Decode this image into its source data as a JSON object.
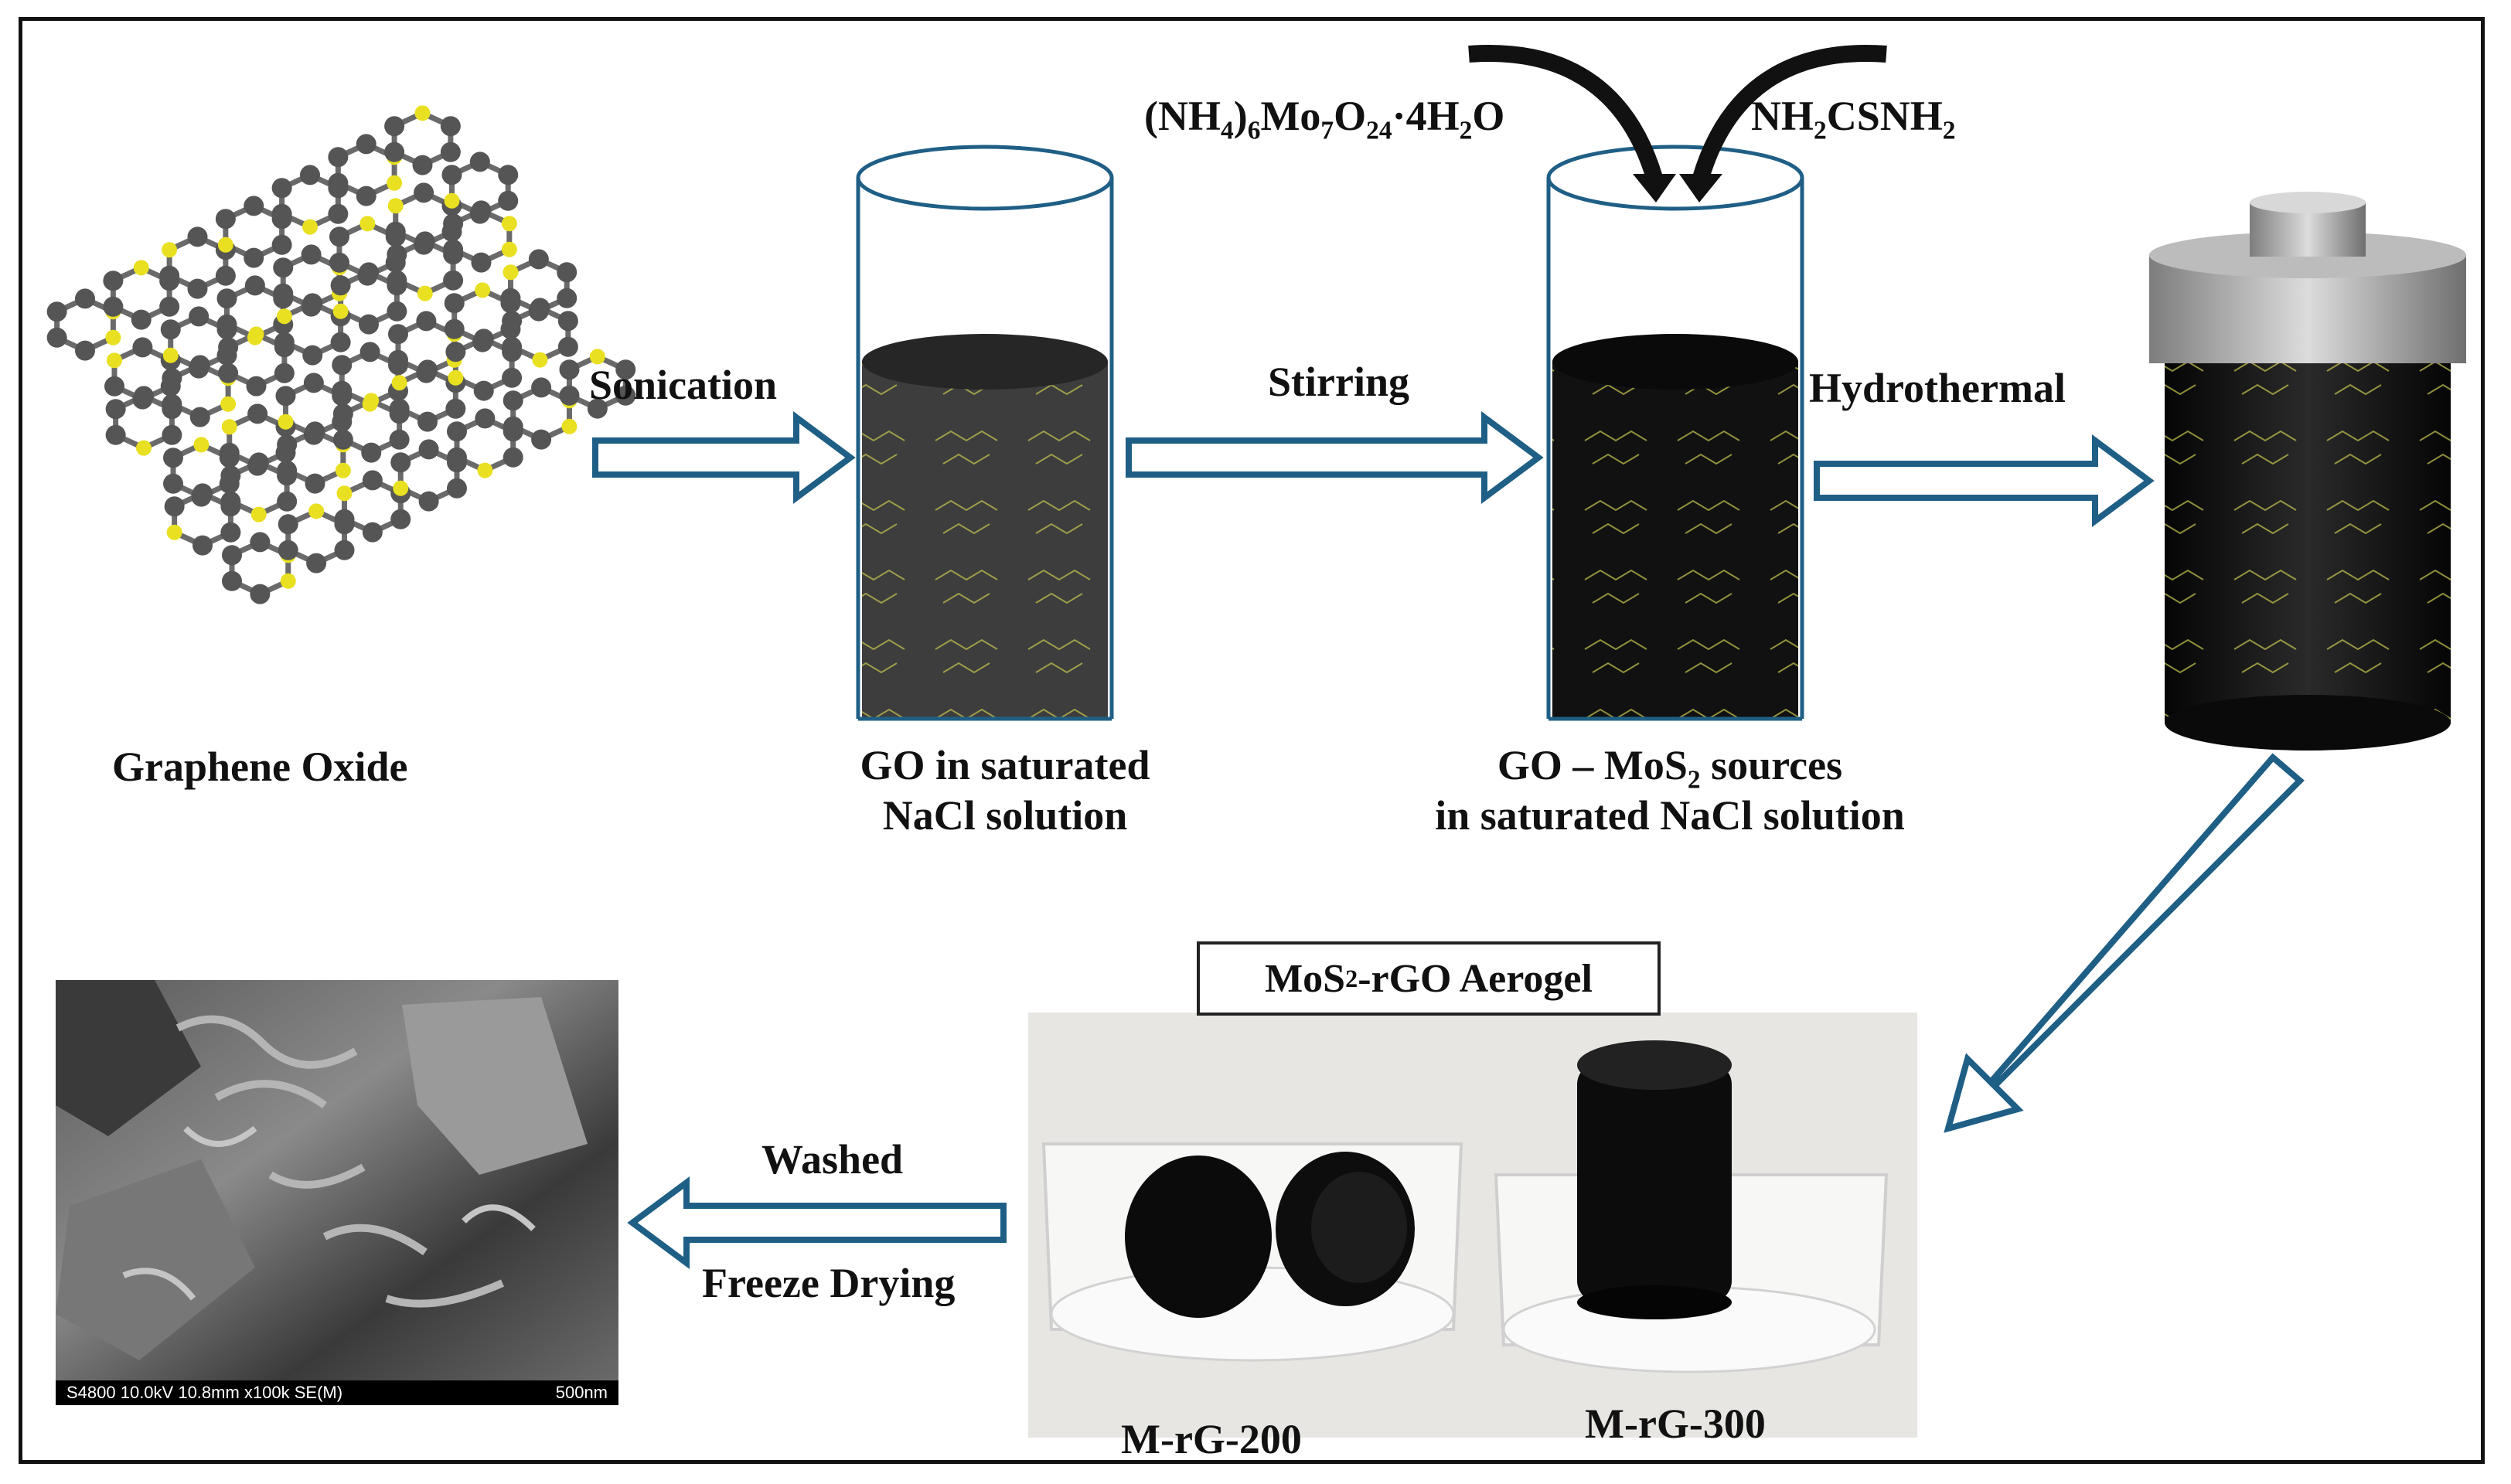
{
  "labels": {
    "graphene_oxide": "Graphene Oxide",
    "sonication": "Sonication",
    "stirring": "Stirring",
    "hydrothermal": "Hydrothermal",
    "go_nacl_line1": "GO in saturated",
    "go_nacl_line2": "NaCl solution",
    "go_mos2_line1_prefix": "GO – MoS",
    "go_mos2_line1_sub": "2",
    "go_mos2_line1_suffix": " sources",
    "go_mos2_line2": "in saturated NaCl solution",
    "reagent_molybdate": {
      "p1": "(NH",
      "s1": "4",
      "p2": ")",
      "s2": "6",
      "p3": "Mo",
      "s3": "7",
      "p4": "O",
      "s4": "24",
      "p5": "·4H",
      "s5": "2",
      "p6": "O"
    },
    "reagent_thiourea": {
      "p1": "NH",
      "s1": "2",
      "p2": "CSNH",
      "s2": "2"
    },
    "aerogel_title_prefix": "MoS",
    "aerogel_title_sub": "2",
    "aerogel_title_suffix": "-rGO Aerogel",
    "washed": "Washed",
    "freeze_drying": "Freeze Drying",
    "sample_left": "M-rG-200",
    "sample_right": "M-rG-300",
    "sem_caption_left": "S4800 10.0kV 10.8mm x100k SE(M)",
    "sem_caption_right": "500nm"
  },
  "colors": {
    "arrow_blue": "#1f5f86",
    "liquid_grey": "#3d3d3d",
    "liquid_black": "#111111",
    "beaker_outline": "#1f5f86",
    "carbon_atom": "#555555",
    "hydrogen_atom": "#e8e020",
    "curved_arrow": "#111111"
  }
}
